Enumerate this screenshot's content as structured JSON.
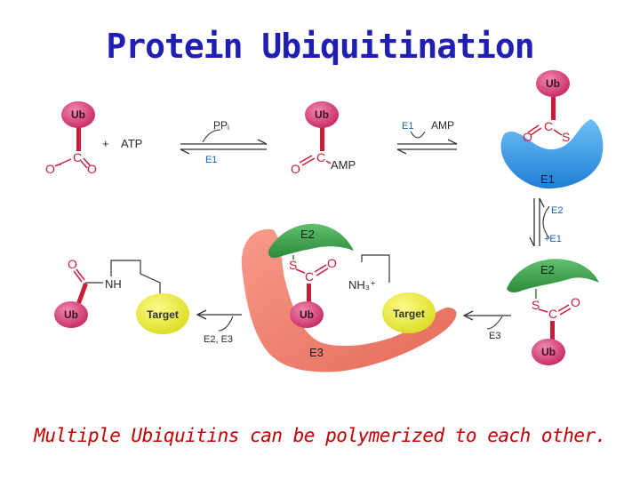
{
  "title": "Protein Ubiquitination",
  "caption": "Multiple Ubiquitins can be polymerized to each other.",
  "labels": {
    "ub": "Ub",
    "target": "Target",
    "atp": "ATP",
    "amp": "AMP",
    "plus": "+",
    "c": "C",
    "o": "O",
    "s": "S",
    "nh": "NH",
    "nh3": "NH₃⁺",
    "minus": "−",
    "ppi": "PPᵢ",
    "e1": "E1",
    "e2": "E2",
    "e3": "E3",
    "e2_e3": "E2, E3",
    "e1_plus": "+E1"
  },
  "colors": {
    "title": "#1f1fb4",
    "caption": "#c00000",
    "ub": "#d63a74",
    "e1": "#2e8fe0",
    "e2": "#3aa34a",
    "e3": "#f07a6a",
    "target": "#ecec3c",
    "atom_red": "#c81d3a",
    "enzyme_label_blue": "#1d5fa8"
  }
}
